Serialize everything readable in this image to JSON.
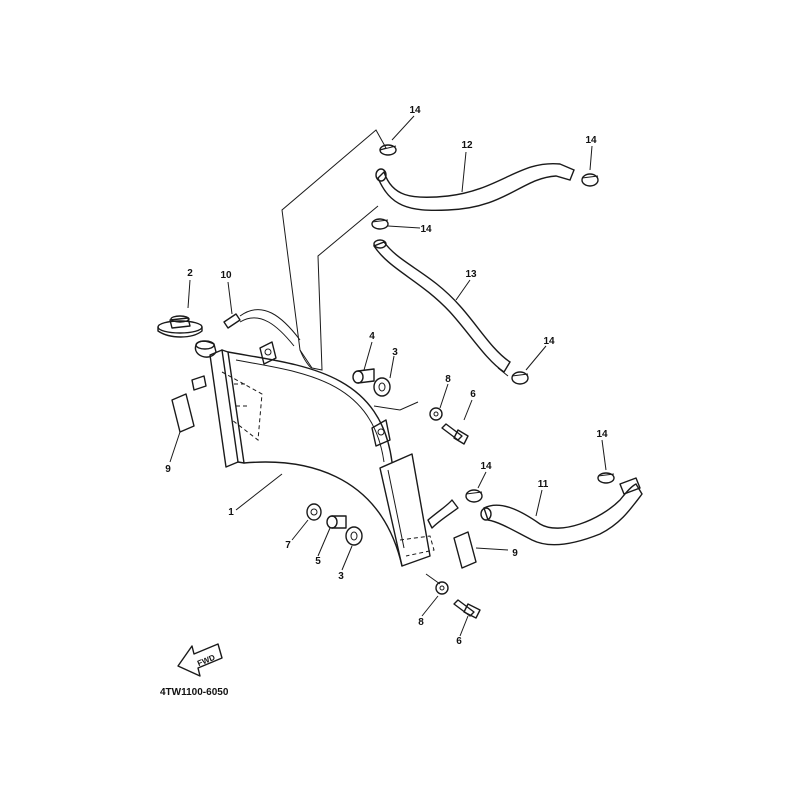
{
  "diagram": {
    "code": "4TW1100-6050",
    "fwd_label": "FWD",
    "callouts": {
      "c1": "1",
      "c2": "2",
      "c3a": "3",
      "c3b": "3",
      "c4": "4",
      "c5": "5",
      "c6a": "6",
      "c6b": "6",
      "c7": "7",
      "c8a": "8",
      "c8b": "8",
      "c9a": "9",
      "c9b": "9",
      "c10": "10",
      "c11": "11",
      "c12": "12",
      "c13": "13",
      "c14a": "14",
      "c14b": "14",
      "c14c": "14",
      "c14d": "14",
      "c14e": "14",
      "c14f": "14"
    }
  }
}
